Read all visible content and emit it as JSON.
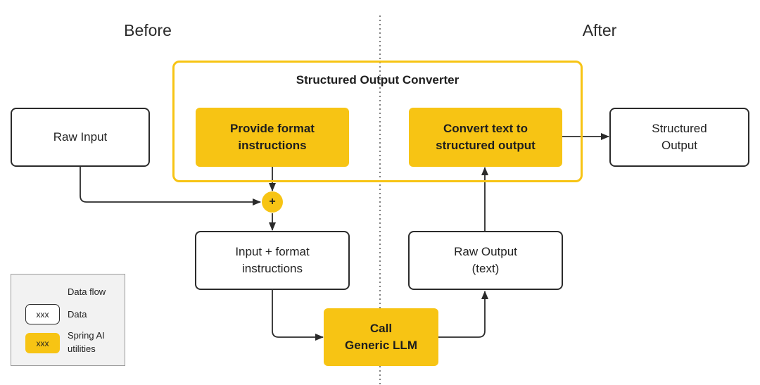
{
  "headings": {
    "before": "Before",
    "after": "After"
  },
  "container": {
    "title": "Structured Output Converter"
  },
  "nodes": {
    "raw_input": "Raw Input",
    "provide_format": "Provide format\ninstructions",
    "convert_text": "Convert text to\nstructured  output",
    "structured_output": "Structured\nOutput",
    "combine": "+",
    "input_format": "Input + format\ninstructions",
    "raw_output": "Raw Output\n(text)",
    "call_llm": "Call\nGeneric LLM"
  },
  "legend": {
    "data_flow": "Data flow",
    "data_swatch": "xxx",
    "data_label": "Data",
    "util_swatch": "xxx",
    "util_label": "Spring AI\nutilities"
  },
  "colors": {
    "accent": "#f7c414",
    "stroke": "#2b2b2b",
    "legend_bg": "#f2f2f2"
  }
}
